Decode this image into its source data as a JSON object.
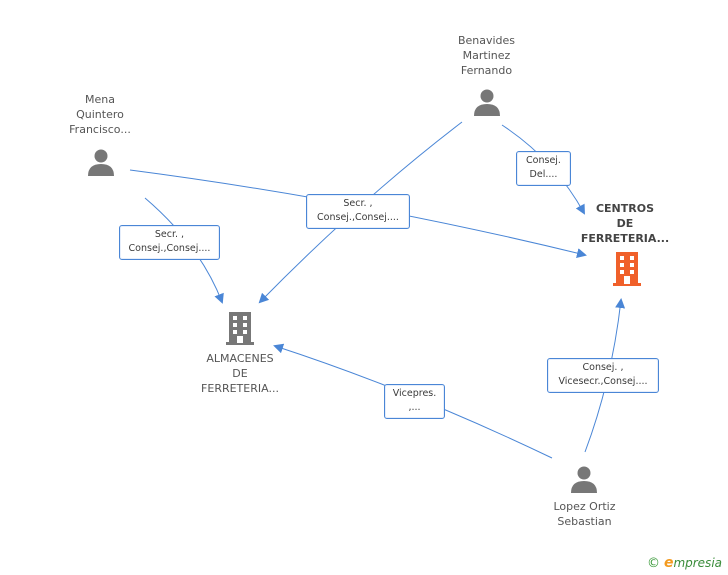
{
  "nodes": {
    "mena": {
      "label": "Mena\nQuintero\nFrancisco..."
    },
    "benavides": {
      "label": "Benavides\nMartinez\nFernando"
    },
    "lopez": {
      "label": "Lopez Ortiz\nSebastian"
    },
    "almacenes": {
      "label": "ALMACENES\nDE\nFERRETERIA..."
    },
    "centros": {
      "label": "CENTROS\nDE\nFERRETERIA..."
    }
  },
  "edges": {
    "mena_almacenes": "Secr. ,\nConsej.,Consej....",
    "mena_centros": "Secr. ,\nConsej.,Consej....",
    "benavides_centros": "Consej.\nDel....",
    "lopez_centros": "Consej. ,\nVicesecr.,Consej....",
    "lopez_almacenes": "Vicepres.\n,..."
  },
  "colors": {
    "edge": "#4a86d6",
    "person_icon": "#777777",
    "company_icon": "#777777",
    "target_company_icon": "#f0602a"
  },
  "brand": {
    "copyright": "©",
    "e": "e",
    "rest": "mpresia"
  }
}
